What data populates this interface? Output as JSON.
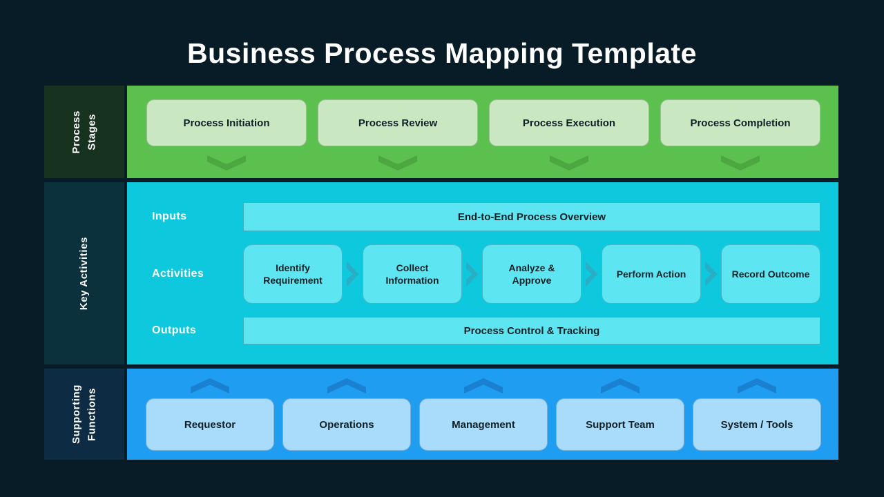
{
  "title": "Business Process Mapping Template",
  "colors": {
    "bg": "#081c27",
    "dark-text": "#0f2027",
    "green-sidebar": "#17331f",
    "green-band": "#5bc04d",
    "green-box": "#c9e8c1",
    "green-chevron": "#4da740",
    "cyan-sidebar": "#0b313d",
    "cyan-band": "#0ec8dd",
    "cyan-box": "#5de6f1",
    "cyan-chevron": "#2aaec6",
    "blue-sidebar": "#0d2b43",
    "blue-band": "#1f9ef1",
    "blue-box": "#a9dbfa",
    "blue-chevron": "#1a80d1"
  },
  "icons": {
    "stage_connector": "chevron-down",
    "activity_connector": "chevron-right",
    "support_connector": "chevron-up"
  },
  "stages": {
    "label": "Process\nStages",
    "items": [
      "Process Initiation",
      "Process Review",
      "Process Execution",
      "Process Completion"
    ]
  },
  "key_activities": {
    "label": "Key Activities",
    "inputs_label": "Inputs",
    "inputs_value": "End-to-End Process Overview",
    "activities_label": "Activities",
    "activities_items": [
      "Identify Requirement",
      "Collect Information",
      "Analyze & Approve",
      "Perform Action",
      "Record Outcome"
    ],
    "outputs_label": "Outputs",
    "outputs_value": "Process Control & Tracking"
  },
  "supporting": {
    "label": "Supporting\nFunctions",
    "items": [
      "Requestor",
      "Operations",
      "Management",
      "Support Team",
      "System / Tools"
    ]
  }
}
